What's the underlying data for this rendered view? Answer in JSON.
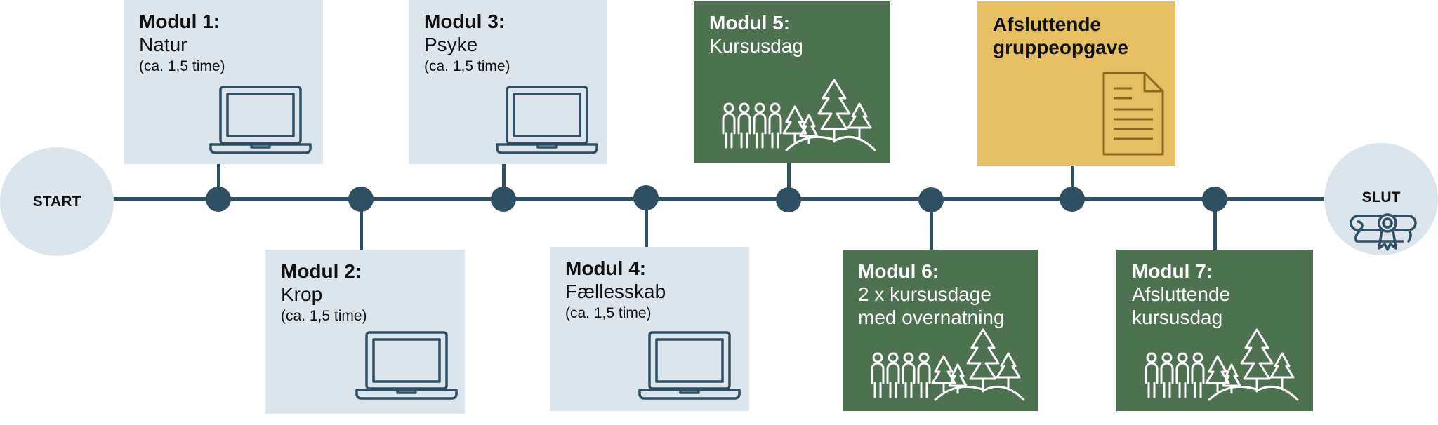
{
  "timeline": {
    "start_label": "START",
    "end_label": "SLUT"
  },
  "modules": [
    {
      "title": "Modul 1:",
      "subtitle": "Natur",
      "duration": "(ca. 1,5 time)",
      "icon": "laptop-icon"
    },
    {
      "title": "Modul 2:",
      "subtitle": "Krop",
      "duration": "(ca. 1,5 time)",
      "icon": "laptop-icon"
    },
    {
      "title": "Modul 3:",
      "subtitle": "Psyke",
      "duration": "(ca. 1,5 time)",
      "icon": "laptop-icon"
    },
    {
      "title": "Modul 4:",
      "subtitle": "Fællesskab",
      "duration": "(ca. 1,5 time)",
      "icon": "laptop-icon"
    },
    {
      "title": "Modul 5:",
      "subtitle": "Kursusdag",
      "icon": "people-forest-icon"
    },
    {
      "title": "Modul 6:",
      "subtitle_lines": [
        "2 x kursusdage",
        "med overnatning"
      ],
      "icon": "people-forest-icon"
    },
    {
      "title": "Modul 7:",
      "subtitle_lines": [
        "Afsluttende",
        "kursusdag"
      ],
      "icon": "people-forest-icon"
    }
  ],
  "final_task": {
    "title_lines": [
      "Afsluttende",
      "gruppeopgave"
    ],
    "icon": "document-icon"
  },
  "end_icon": "diploma-icon",
  "colors": {
    "line": "#2f4f62",
    "light_card": "#dde5ec",
    "green_card": "#4d7250",
    "yellow_card": "#e6bf63"
  }
}
